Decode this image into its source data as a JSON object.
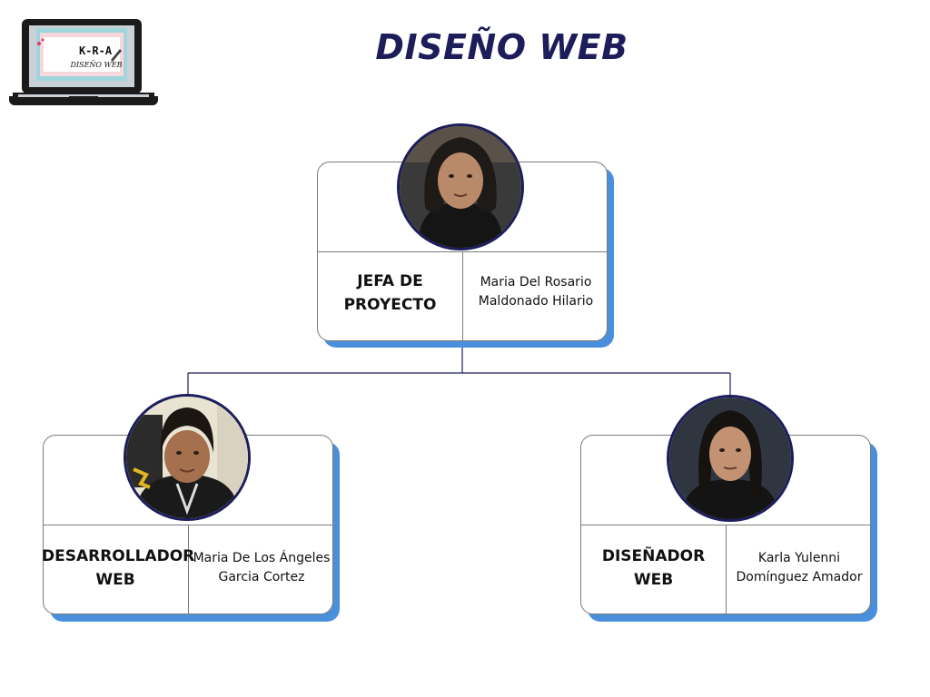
{
  "title": "DISEÑO WEB",
  "logo": {
    "text": "K-R-A",
    "subtext": "DISEÑO WEB"
  },
  "colors": {
    "title": "#1c1d5a",
    "card_shadow": "#4a8fdc",
    "photo_border": "#1c1d5a",
    "connector": "#1c1d5a"
  },
  "members": [
    {
      "role_line1": "JEFA DE",
      "role_line2": "PROYECTO",
      "name_line1": "Maria Del Rosario",
      "name_line2": "Maldonado Hilario",
      "photo": "portrait-photo-icon"
    },
    {
      "role_line1": "DESARROLLADOR",
      "role_line2": "WEB",
      "name_line1": "Maria De Los Ángeles",
      "name_line2": "Garcia Cortez",
      "photo": "portrait-photo-icon"
    },
    {
      "role_line1": "DISEÑADOR",
      "role_line2": "WEB",
      "name_line1": "Karla Yulenni",
      "name_line2": "Domínguez Amador",
      "photo": "portrait-photo-icon"
    }
  ]
}
